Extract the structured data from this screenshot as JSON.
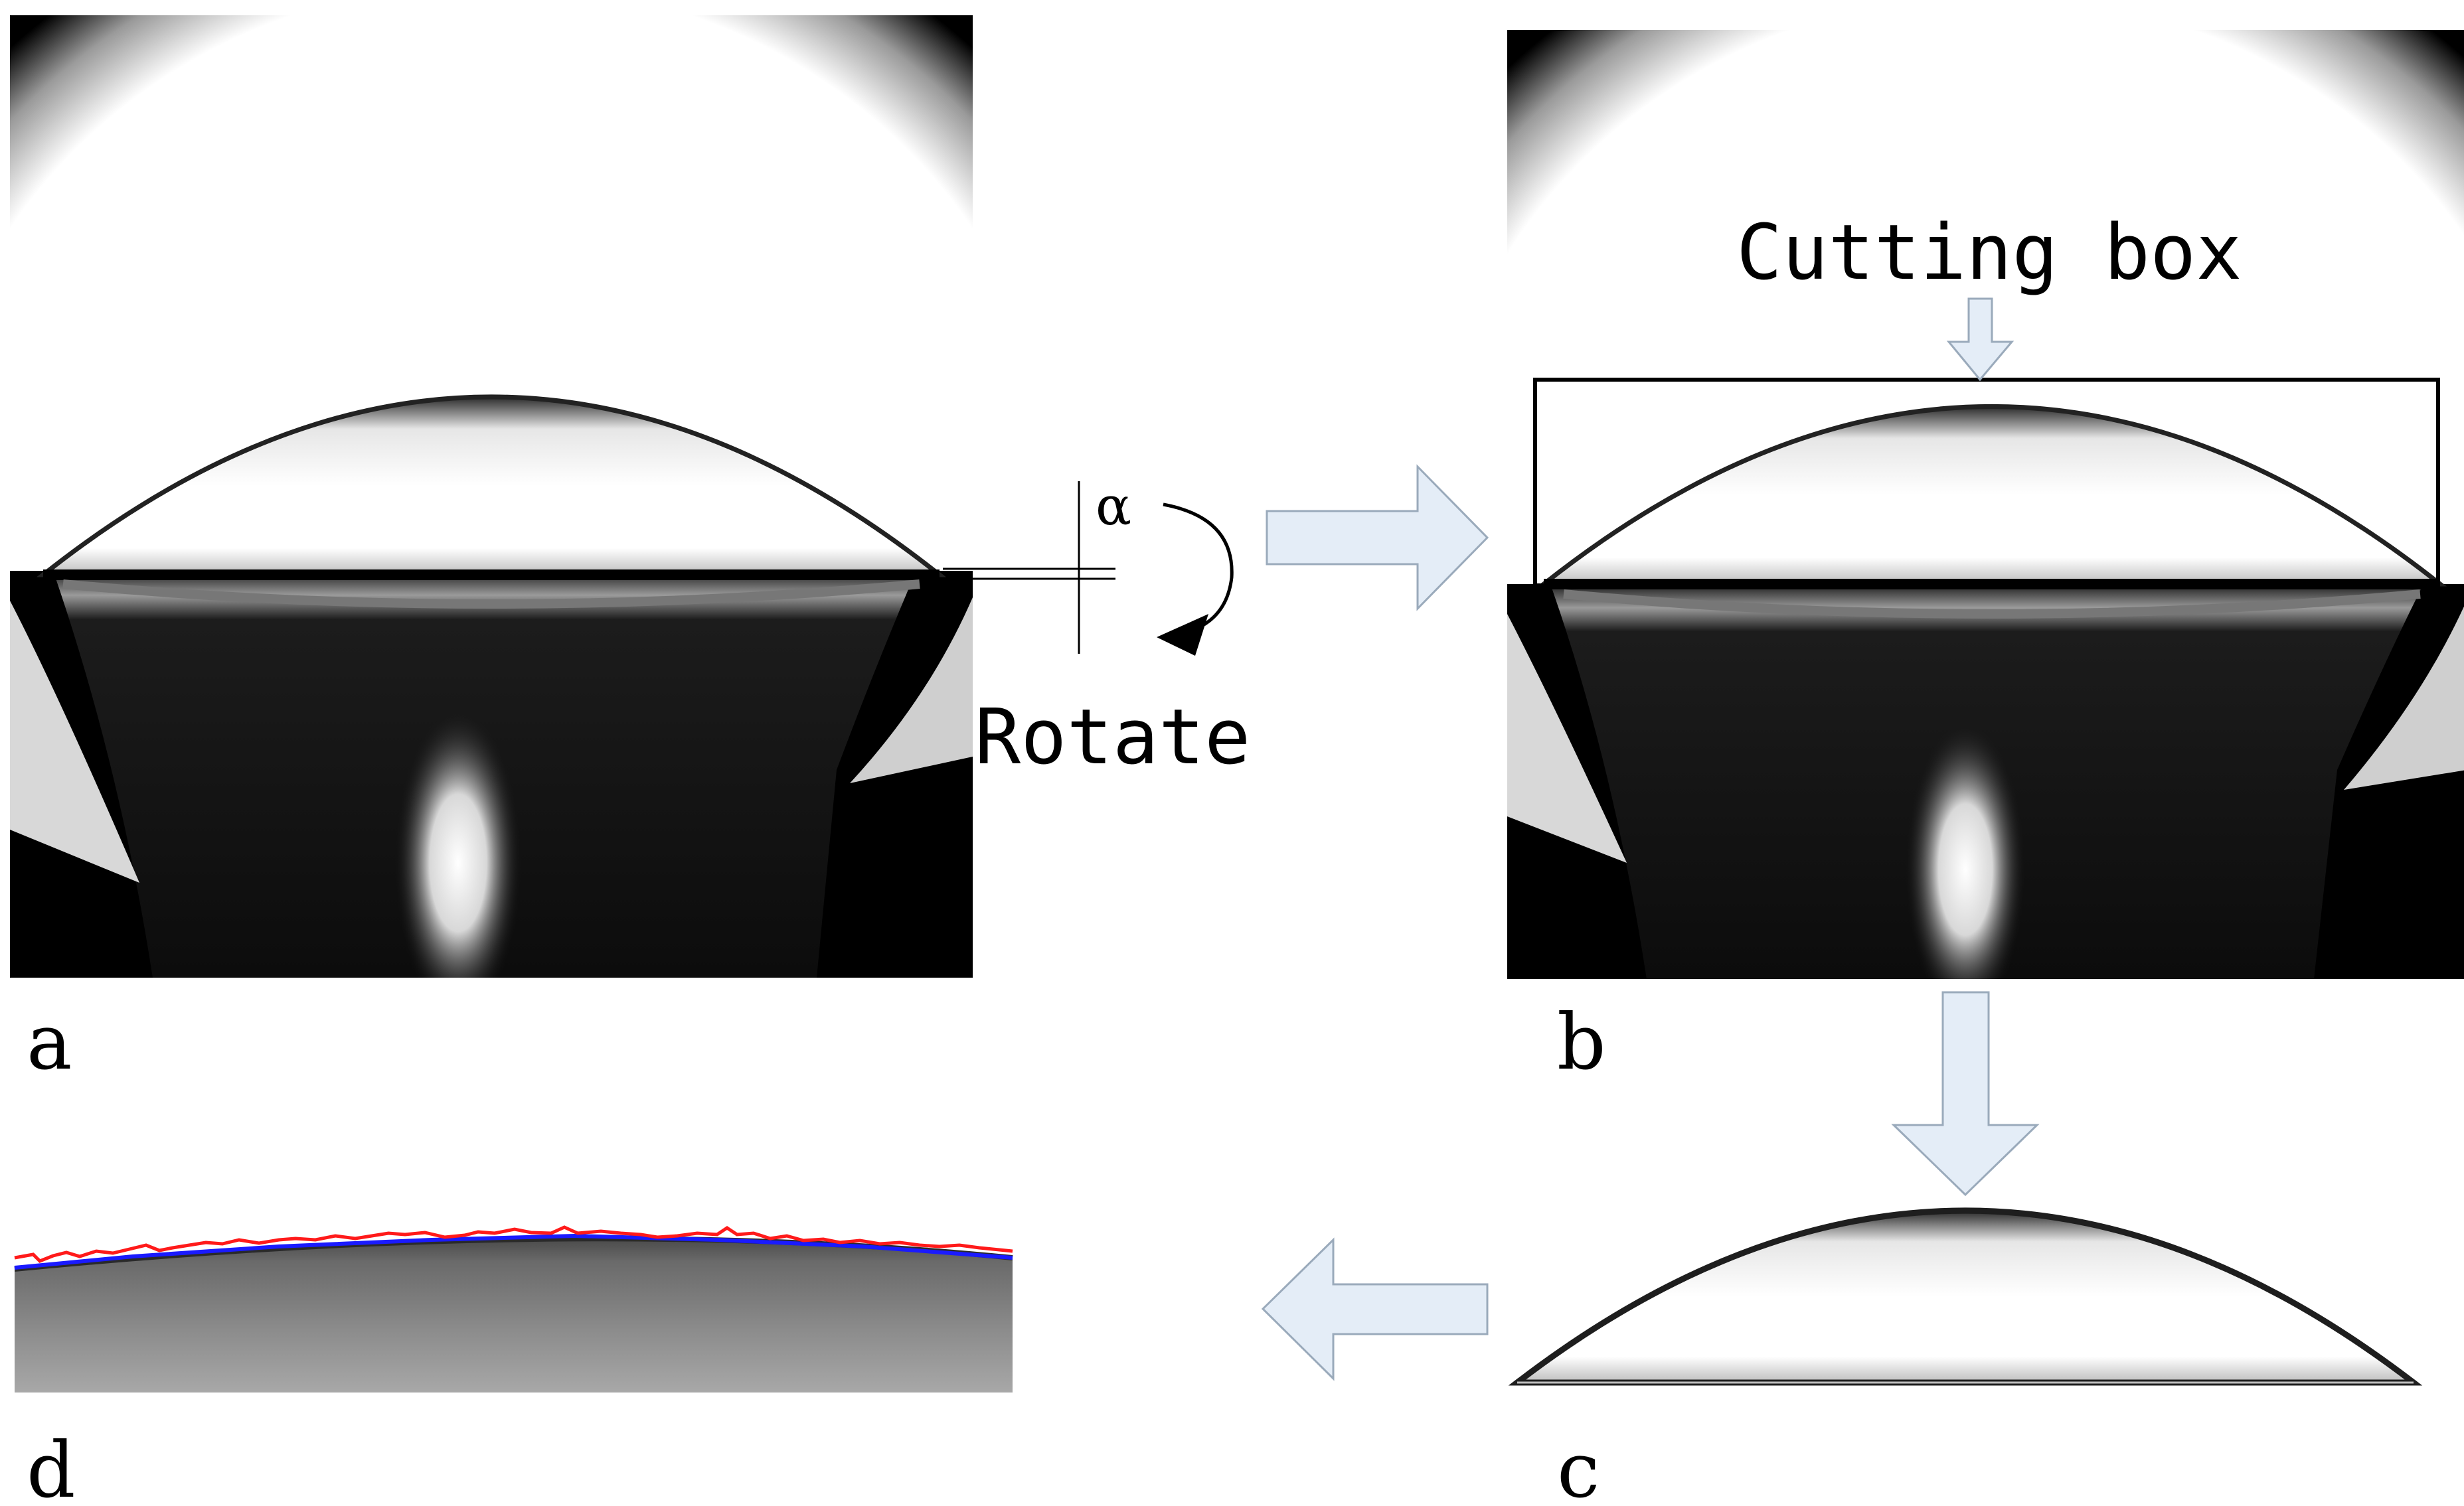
{
  "panels": {
    "a": {
      "label": "a"
    },
    "b": {
      "label": "b"
    },
    "c": {
      "label": "c"
    },
    "d": {
      "label": "d"
    }
  },
  "annotations": {
    "angle_symbol": "α",
    "rotate": "Rotate",
    "cutting_box": "Cutting box"
  },
  "colors": {
    "flow_arrow_fill": "#e4edf7",
    "flow_arrow_stroke": "#9aaabb",
    "edge_raw": "#ff1a1a",
    "edge_fit": "#1a1aff"
  }
}
